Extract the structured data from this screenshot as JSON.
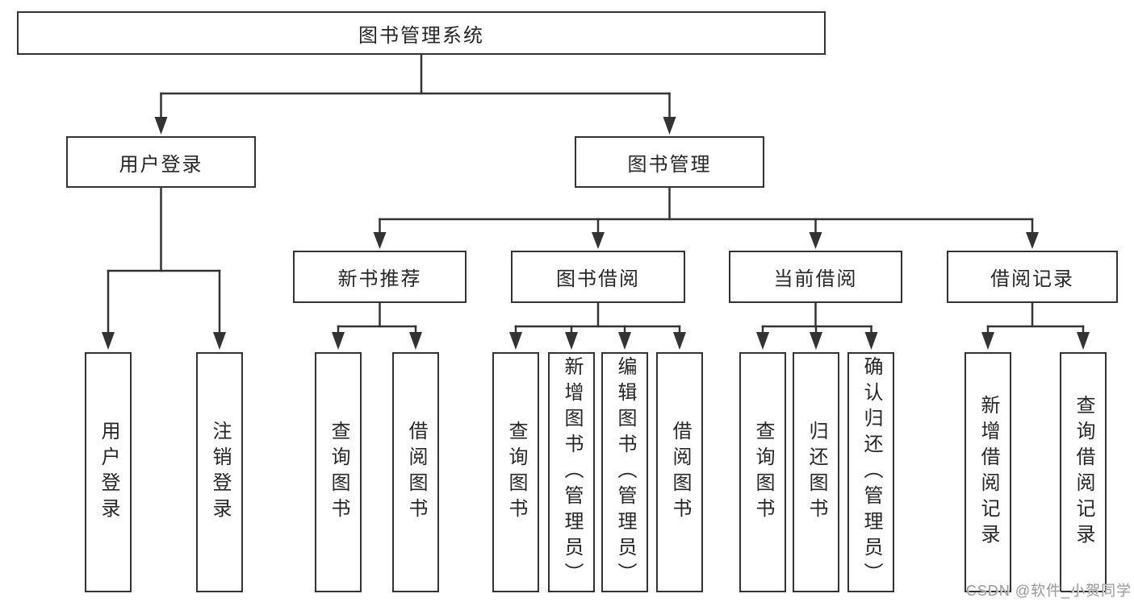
{
  "colors": {
    "line": "#333333",
    "node_text": "#262626",
    "watermark": "#9c9c9c",
    "background": "#ffffff"
  },
  "watermark": {
    "text": "CSDN @软件_小贺同学"
  },
  "tree": {
    "label": "图书管理系统",
    "children": [
      {
        "label": "用户登录",
        "children": [
          {
            "label": "用户登录"
          },
          {
            "label": "注销登录"
          }
        ]
      },
      {
        "label": "图书管理",
        "children": [
          {
            "label": "新书推荐",
            "children": [
              {
                "label": "查询图书"
              },
              {
                "label": "借阅图书"
              }
            ]
          },
          {
            "label": "图书借阅",
            "children": [
              {
                "label": "查询图书"
              },
              {
                "label": "新增图书（管理员）"
              },
              {
                "label": "编辑图书（管理员）"
              },
              {
                "label": "借阅图书"
              }
            ]
          },
          {
            "label": "当前借阅",
            "children": [
              {
                "label": "查询图书"
              },
              {
                "label": "归还图书"
              },
              {
                "label": "确认归还（管理员）"
              }
            ]
          },
          {
            "label": "借阅记录",
            "children": [
              {
                "label": "新增借阅记录"
              },
              {
                "label": "查询借阅记录"
              }
            ]
          }
        ]
      }
    ]
  }
}
